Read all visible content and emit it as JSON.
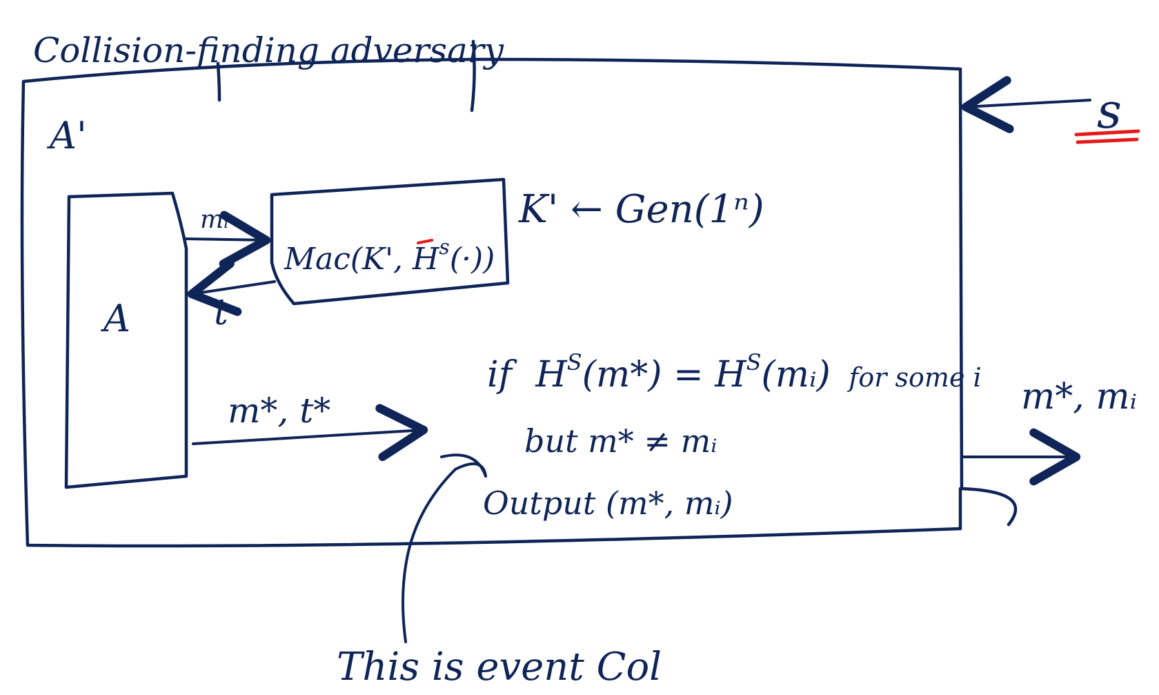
{
  "colors": {
    "ink": "#0f2457",
    "accent": "#e31b1b",
    "background": "#ffffff"
  },
  "title": "Collision-finding adversary",
  "outer_box_label": "A'",
  "inner_box_label": "A",
  "security_param": "s",
  "oracle_box_label": "Mac(K', H",
  "oracle_superscript": "s",
  "oracle_suffix": "(·))",
  "key_gen": "K' ← Gen(1ⁿ)",
  "arrow_query": "mᵢ",
  "arrow_response": "t",
  "arrow_forgery": "m*, t*",
  "condition_line1_if": "if",
  "condition_line1_h1": "H",
  "condition_line1_sup1": "S",
  "condition_line1_mid": "(m*) = H",
  "condition_line1_sup2": "S",
  "condition_line1_end": "(mᵢ)",
  "condition_line1_tail": "for some i",
  "condition_line2": "but  m* ≠ mᵢ",
  "condition_line3": "Output (m*, mᵢ)",
  "output_label": "m*, mᵢ",
  "event_note": "This is event Col"
}
